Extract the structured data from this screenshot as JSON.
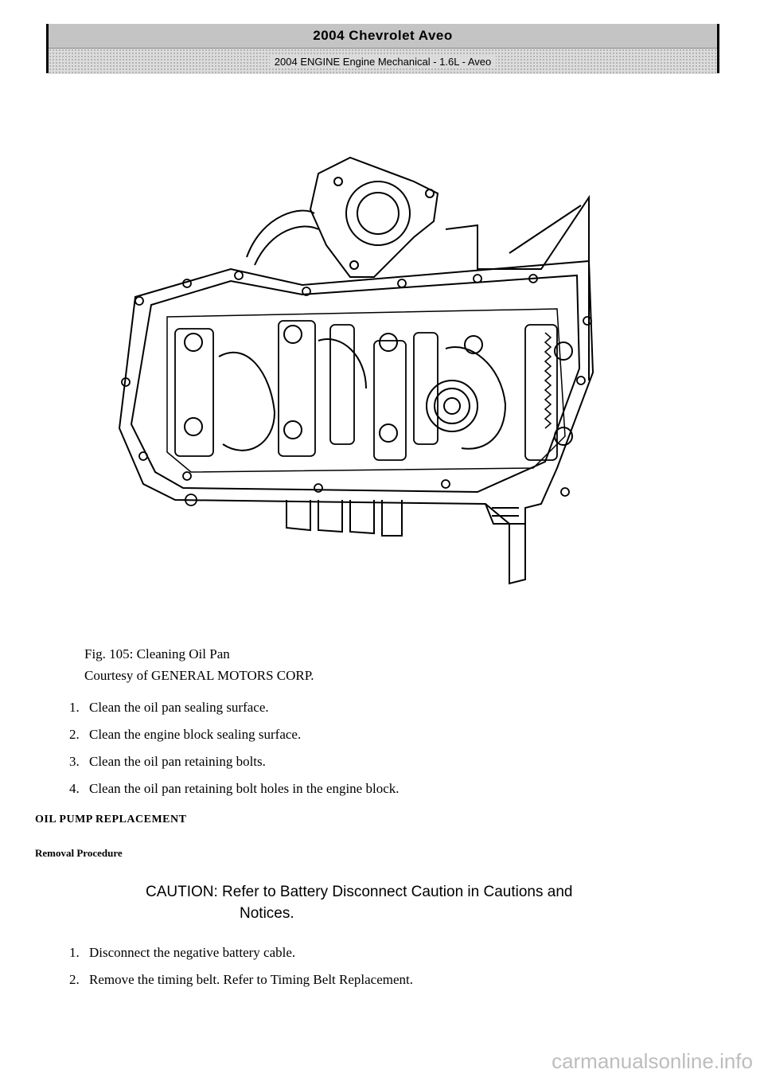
{
  "header": {
    "title": "2004 Chevrolet Aveo",
    "subtitle": "2004 ENGINE Engine Mechanical - 1.6L - Aveo"
  },
  "figure": {
    "caption_line1": "Fig. 105: Cleaning Oil Pan",
    "caption_line2": "Courtesy of GENERAL MOTORS CORP."
  },
  "steps_cleaning": [
    "Clean the oil pan sealing surface.",
    "Clean the engine block sealing surface.",
    "Clean the oil pan retaining bolts.",
    "Clean the oil pan retaining bolt holes in the engine block."
  ],
  "section": {
    "title": "OIL PUMP REPLACEMENT",
    "subtitle": "Removal Procedure"
  },
  "caution": {
    "line1": "CAUTION: Refer to Battery Disconnect Caution in Cautions and",
    "line2": "Notices."
  },
  "steps_removal": [
    "Disconnect the negative battery cable.",
    "Remove the timing belt. Refer to Timing Belt Replacement."
  ],
  "watermark": "carmanualsonline.info"
}
